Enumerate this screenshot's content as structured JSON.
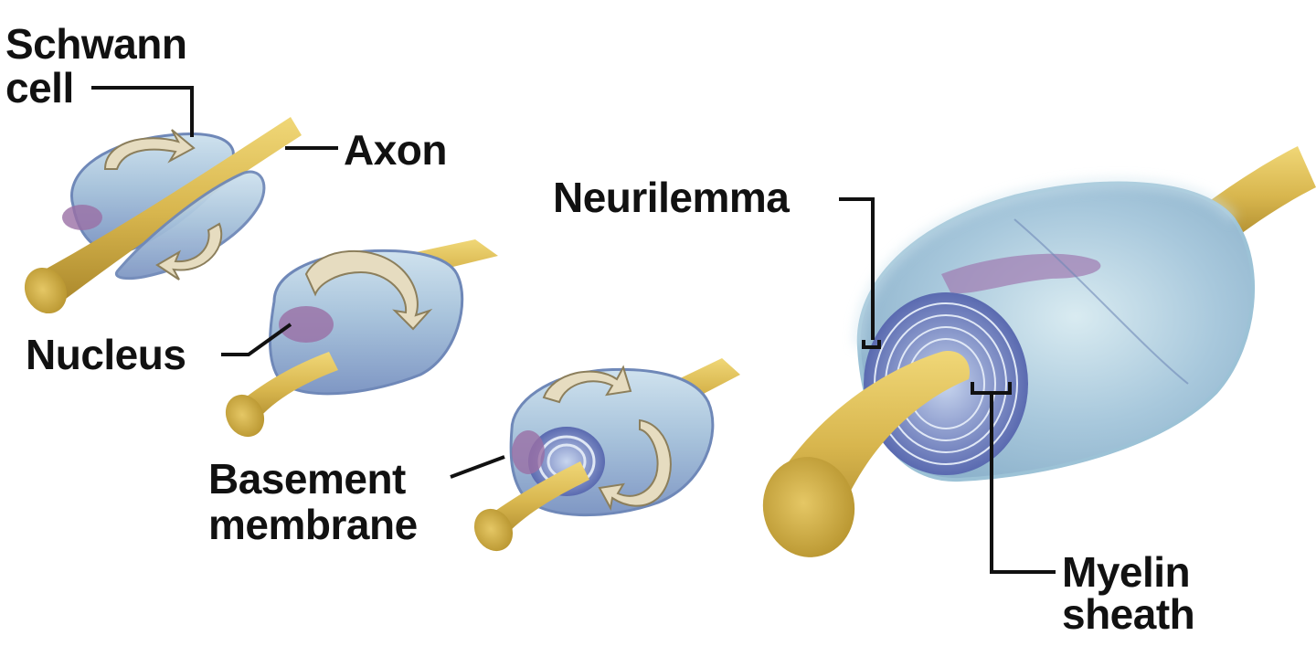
{
  "labels": {
    "schwann_cell_line1": "Schwann",
    "schwann_cell_line2": "cell",
    "axon": "Axon",
    "nucleus": "Nucleus",
    "basement_membrane_line1": "Basement",
    "basement_membrane_line2": "membrane",
    "neurilemma": "Neurilemma",
    "myelin_sheath_line1": "Myelin",
    "myelin_sheath_line2": "sheath"
  },
  "colors": {
    "axon": "#d8b64e",
    "axon_end": "#c9a63a",
    "schwann_body": "#a9c4dc",
    "schwann_edge": "#6f88b8",
    "nucleus": "#9a6fa5",
    "arrow": "#e6dcc0",
    "leader_line": "#111111"
  }
}
